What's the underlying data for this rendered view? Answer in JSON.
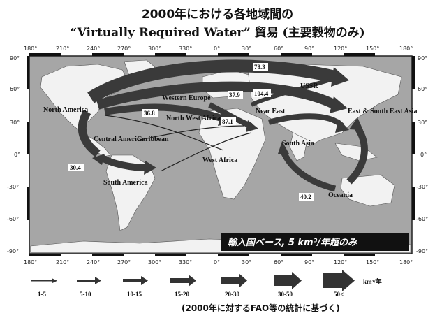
{
  "title_line1": "2000年における各地域間の",
  "title_line2": "“Virtually Required Water” 貿易 (主要穀物のみ)",
  "top_ticks": [
    "180°",
    "210°",
    "240°",
    "270°",
    "300°",
    "330°",
    "0°",
    "30°",
    "60°",
    "90°",
    "120°",
    "150°",
    "180°"
  ],
  "left_ticks": [
    "90°",
    "60°",
    "30°",
    "0°",
    "-30°",
    "-60°",
    "-90°"
  ],
  "right_ticks": [
    "90°",
    "60°",
    "30°",
    "0°",
    "-30°",
    "-60°",
    "-90°"
  ],
  "regions": {
    "north_america": "North America",
    "central_america": "Central America",
    "caribbean": "Caribbean",
    "south_america": "South America",
    "western_europe": "Western Europe",
    "north_west_africa": "North West Africa",
    "west_africa": "West Africa",
    "ussr": "USSR",
    "east_asia": "East & South East Asia",
    "south_asia": "South Asia",
    "oceania": "Oceania",
    "near_east": "Near East"
  },
  "flow_values": {
    "na_europe": "36.8",
    "na_ussr": "78.3",
    "mid1": "37.9",
    "mid2": "104.4",
    "mid3": "87.1",
    "sa": "30.4",
    "oceania": "40.2"
  },
  "map_note": "輸入国ベース, 5 km³/年超のみ",
  "legend": [
    "1-5",
    "5-10",
    "10-15",
    "15-20",
    "20-30",
    "30-50",
    "50<"
  ],
  "legend_unit": "km³/年",
  "footer": "(2000年に対するFAO等の統計に基づく)"
}
